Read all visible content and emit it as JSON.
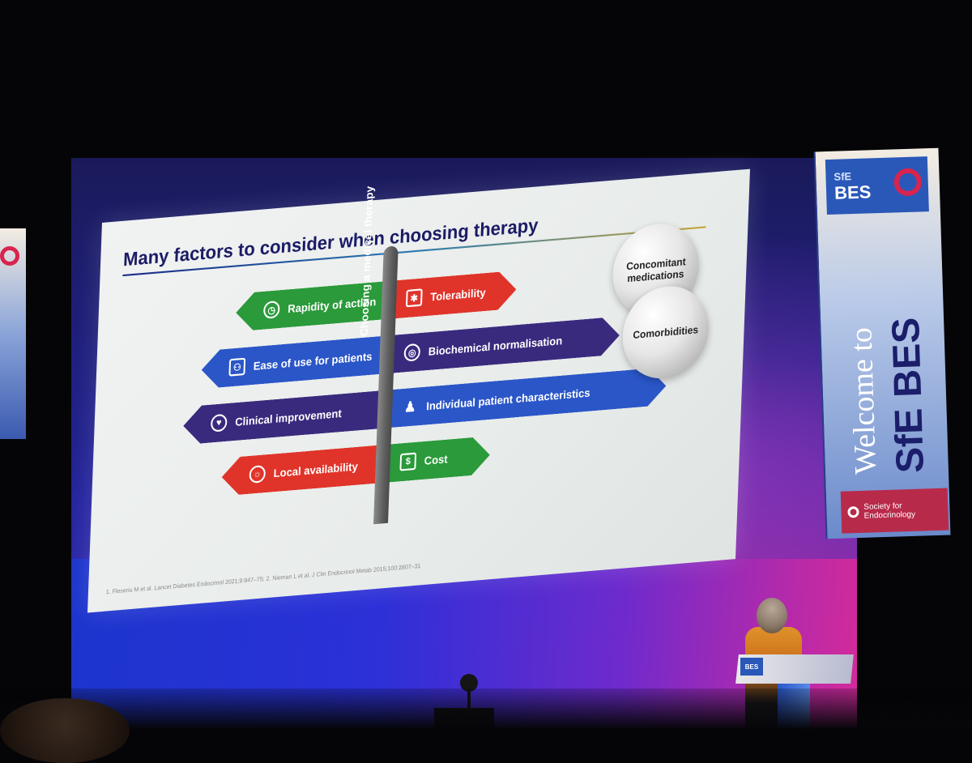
{
  "slide": {
    "title": "Many factors to consider when choosing therapy",
    "pole_label": "Choosing a medical therapy",
    "arrows": [
      {
        "label": "Rapidity of action",
        "icon": "clock-icon",
        "color": "#2a9a3a"
      },
      {
        "label": "Tolerability",
        "icon": "first-aid-icon",
        "color": "#e0342a"
      },
      {
        "label": "Ease of use for patients",
        "icon": "pill-bottle-icon",
        "color": "#2a56c8"
      },
      {
        "label": "Biochemical normalisation",
        "icon": "target-icon",
        "color": "#3a2a7e"
      },
      {
        "label": "Clinical improvement",
        "icon": "heartbeat-icon",
        "color": "#3a2a7e"
      },
      {
        "label": "Individual patient characteristics",
        "icon": "person-icon",
        "color": "#2a56c8"
      },
      {
        "label": "Local availability",
        "icon": "globe-icon",
        "color": "#e0342a"
      },
      {
        "label": "Cost",
        "icon": "money-icon",
        "color": "#2a9a3a"
      }
    ],
    "circles": [
      "Concomitant medications",
      "Comorbidities"
    ],
    "references": "1. Fleseriu M et al. Lancet Diabetes Endocrinol 2021;9:847–75; 2. Nieman L et al. J Clin Endocrinol Metab 2015;100:2807–31"
  },
  "banner": {
    "logo_top": "SfE",
    "logo_bottom": "BES",
    "welcome": "Welcome to",
    "event": "SfE BES",
    "society_line1": "Society for",
    "society_line2": "Endocrinology"
  },
  "podium": {
    "logo": "BES"
  }
}
